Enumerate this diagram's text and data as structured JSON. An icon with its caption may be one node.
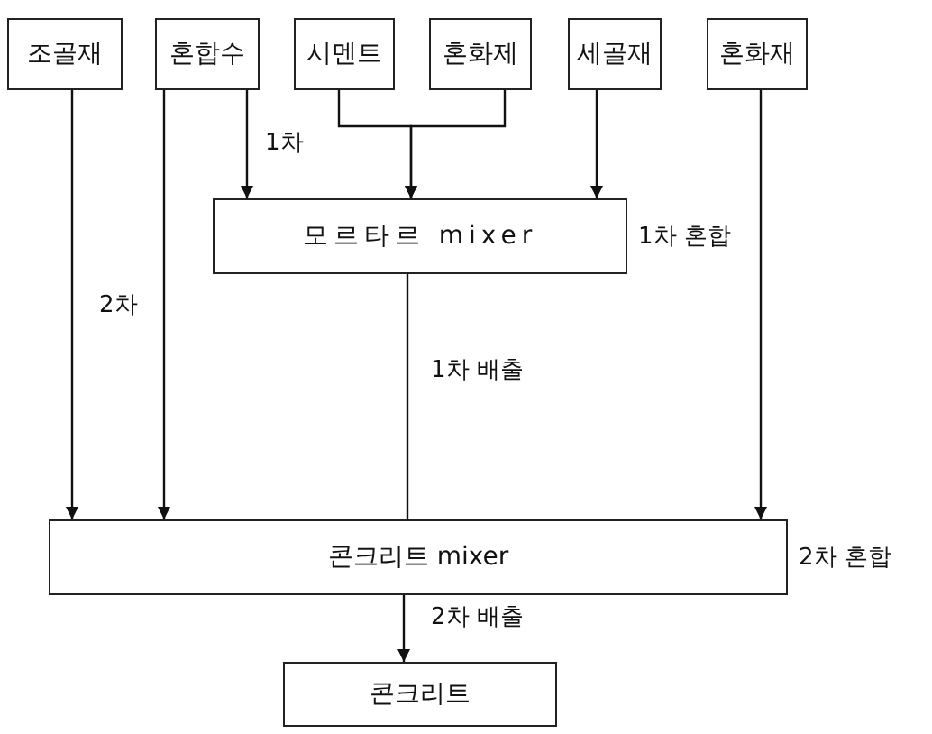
{
  "diagram": {
    "nodes": [
      {
        "text": [
          "조골재"
        ]
      },
      {
        "text": [
          "혼합수"
        ]
      },
      {
        "text": [
          "시멘트"
        ]
      },
      {
        "text": [
          "혼화제"
        ]
      },
      {
        "text": [
          "세골재"
        ]
      },
      {
        "text": [
          "혼화재"
        ]
      },
      {
        "text": [
          "모르타르 mixer"
        ],
        "beside": [
          "1차 혼합"
        ]
      },
      {
        "text": [
          "콘크리트 mixer"
        ],
        "beside": [
          "2차 혼합"
        ]
      },
      {
        "text": [
          "콘크리트"
        ]
      }
    ],
    "edges": [
      {
        "from": 0,
        "to": 7,
        "arrow": "to"
      },
      {
        "from": 1,
        "to": 6,
        "arrow": "to",
        "label": "1차"
      },
      {
        "from": 1,
        "to": 7,
        "arrow": "to",
        "label": "2차"
      },
      {
        "from": 2,
        "to": 6,
        "arrow": "to"
      },
      {
        "from": 3,
        "to": 6,
        "arrow": "to"
      },
      {
        "from": 4,
        "to": 6,
        "arrow": "to"
      },
      {
        "from": 5,
        "to": 7,
        "arrow": "to"
      },
      {
        "from": 6,
        "to": 7,
        "arrow": "none",
        "label": "1차 배출"
      },
      {
        "from": 7,
        "to": 8,
        "arrow": "to",
        "label": "2차 배출"
      }
    ]
  }
}
